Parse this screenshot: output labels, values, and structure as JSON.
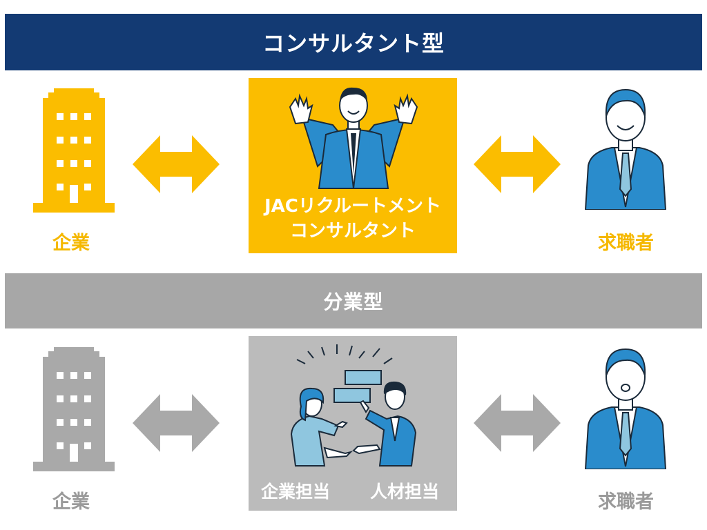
{
  "top_banner": {
    "title": "コンサルタント型",
    "color": "#133a73"
  },
  "mid_banner": {
    "title": "分業型",
    "color": "#a7a7a7"
  },
  "consultant_section": {
    "company_label": "企業",
    "center_text_line1": "JACリクルートメント",
    "center_text_line2": "コンサルタント",
    "jobseeker_label": "求職者",
    "accent_color": "#fbbd00"
  },
  "division_section": {
    "company_label": "企業",
    "left_role_label": "企業担当",
    "right_role_label": "人材担当",
    "jobseeker_label": "求職者",
    "accent_color": "#a9a9a9"
  },
  "icons": [
    "building-icon",
    "double-arrow-icon",
    "businessman-icon",
    "jobseeker-icon",
    "conversation-icon"
  ]
}
